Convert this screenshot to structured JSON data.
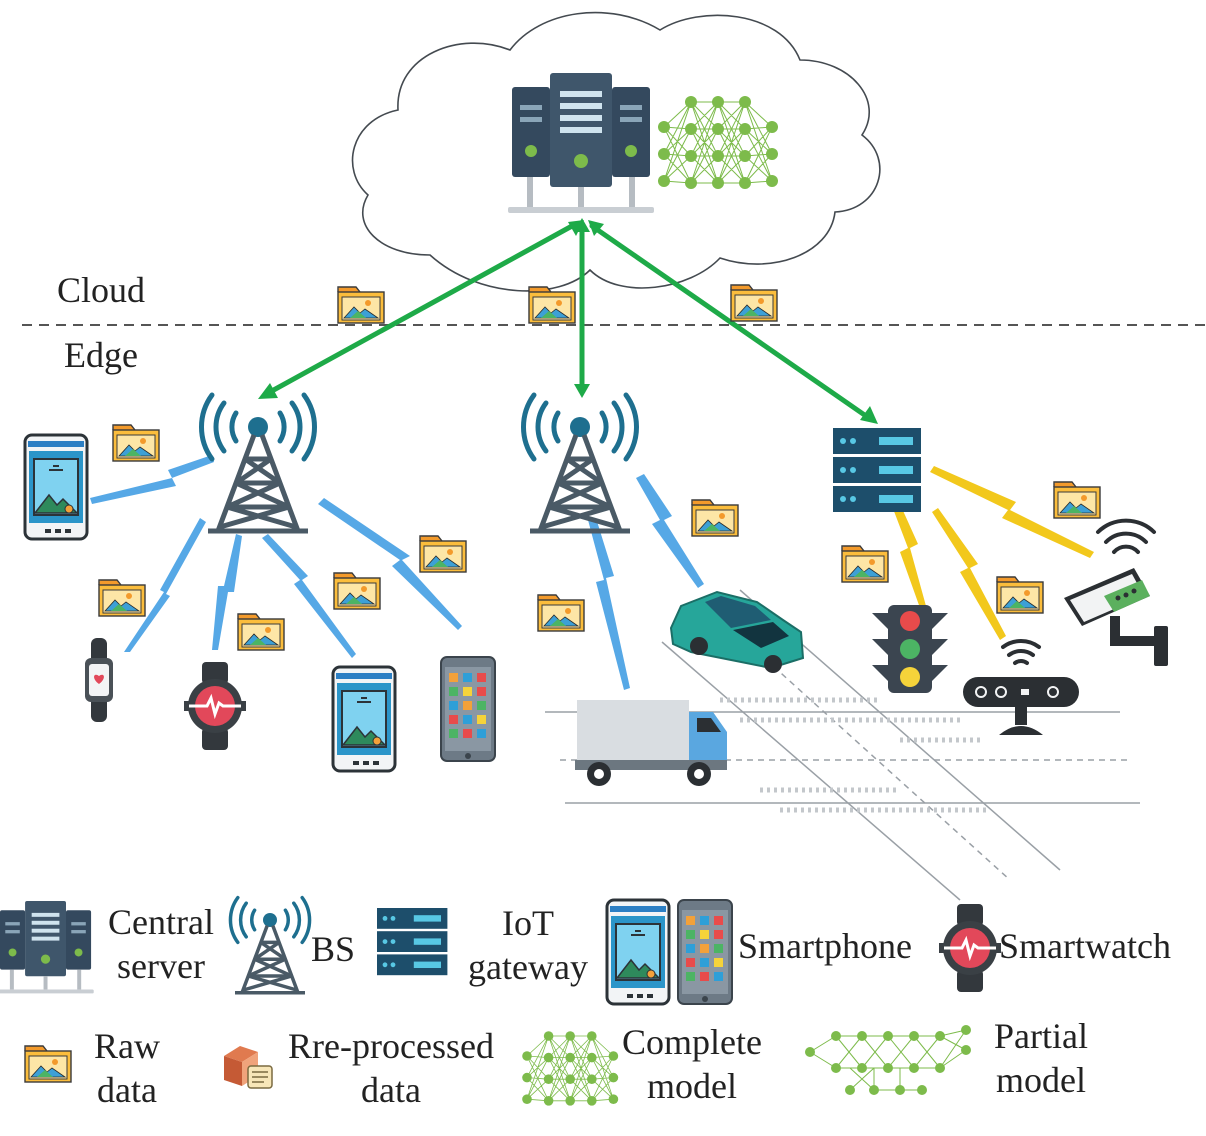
{
  "regions": {
    "cloud": "Cloud",
    "edge": "Edge"
  },
  "legend": {
    "central_server": [
      "Central",
      "server"
    ],
    "bs": "BS",
    "iot_gateway": [
      "IoT",
      "gateway"
    ],
    "smartphone": "Smartphone",
    "smartwatch": "Smartwatch",
    "raw_data": [
      "Raw",
      "data"
    ],
    "preprocessed_data": [
      "Rre-processed",
      "data"
    ],
    "complete_model": [
      "Complete",
      "model"
    ],
    "partial_model": [
      "Partial",
      "model"
    ]
  },
  "colors": {
    "cloud_link": "#1eaa48",
    "wireless_link": "#56a8e6",
    "iot_link": "#f2c81c",
    "network_nodes": "#7dbb4b",
    "server": "#34495e",
    "tower": "#1e6f8f"
  },
  "icons": [
    "server-icon",
    "neural-network-icon",
    "cell-tower-icon",
    "iot-gateway-icon",
    "folder-image-icon",
    "smartphone-icon",
    "tablet-phone-icon",
    "smartwatch-icon",
    "fitness-band-icon",
    "car-icon",
    "truck-icon",
    "traffic-light-icon",
    "security-camera-icon",
    "sensor-hub-icon",
    "data-box-icon"
  ]
}
